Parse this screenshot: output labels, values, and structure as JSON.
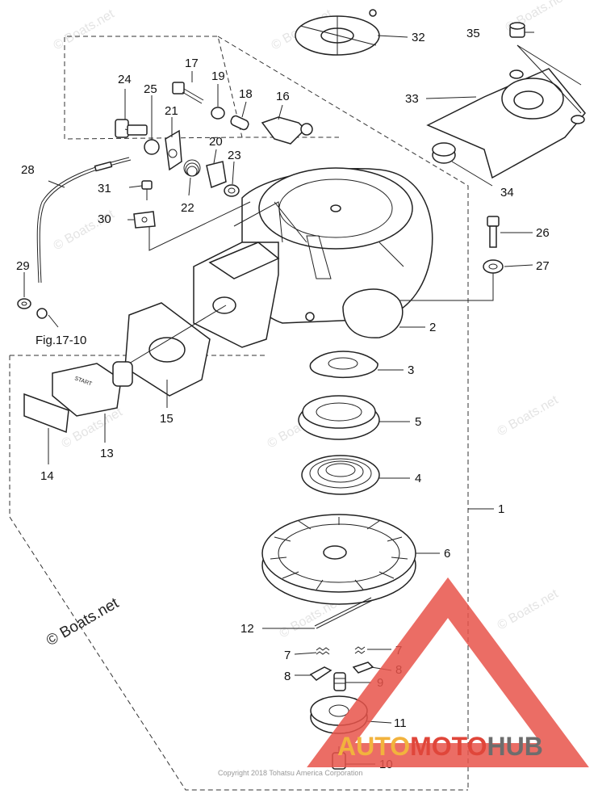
{
  "diagram": {
    "callouts": [
      "1",
      "2",
      "3",
      "4",
      "5",
      "6",
      "7",
      "7",
      "8",
      "8",
      "9",
      "10",
      "11",
      "12",
      "13",
      "14",
      "15",
      "16",
      "17",
      "18",
      "19",
      "20",
      "21",
      "22",
      "23",
      "24",
      "25",
      "26",
      "27",
      "28",
      "29",
      "30",
      "31",
      "32",
      "33",
      "34",
      "35"
    ],
    "reference": "Fig.17-10",
    "watermark": "© Boats.net",
    "copyright": "Copyright 2018 Tohatsu America Corporation",
    "handle_text": "START"
  },
  "logo": {
    "part1": "AUTO",
    "part2": "MOTO",
    "part3": "HUB",
    "colors": {
      "auto": "#f2b33d",
      "moto": "#e0463a",
      "hub": "#6d6d6d",
      "triangle": "#e8534a"
    }
  }
}
